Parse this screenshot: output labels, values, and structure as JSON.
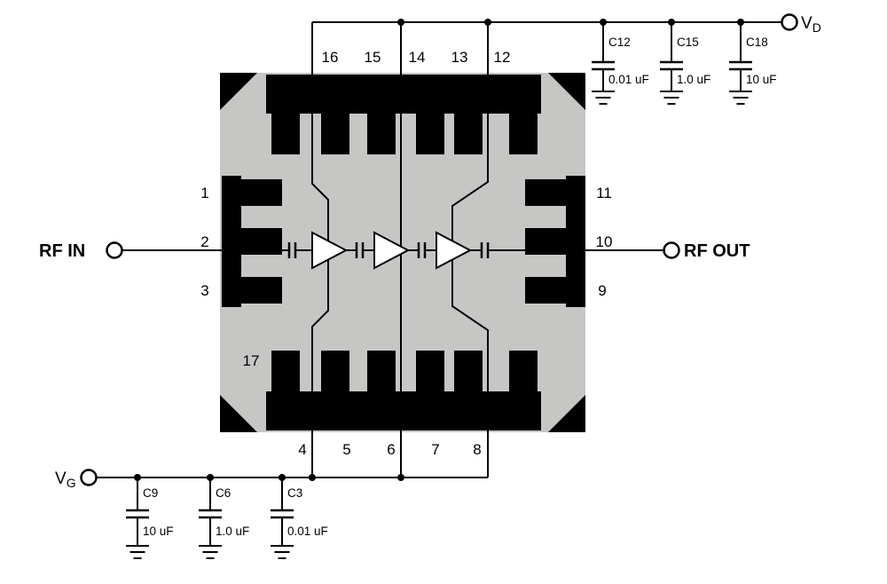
{
  "terminals": {
    "rf_in": "RF IN",
    "rf_out": "RF OUT",
    "vd": {
      "base": "V",
      "sub": "D"
    },
    "vg": {
      "base": "V",
      "sub": "G"
    }
  },
  "chip": {
    "pins": {
      "top": [
        "16",
        "15",
        "14",
        "13",
        "12"
      ],
      "bottom": [
        "4",
        "5",
        "6",
        "7",
        "8"
      ],
      "left": [
        "1",
        "2",
        "3"
      ],
      "right": [
        "11",
        "10",
        "9"
      ],
      "exposed_pad": "17"
    },
    "amplifier_stages": 3
  },
  "capacitors": {
    "vd_rail": [
      {
        "name": "C12",
        "value": "0.01 uF"
      },
      {
        "name": "C15",
        "value": "1.0 uF"
      },
      {
        "name": "C18",
        "value": "10 uF"
      }
    ],
    "vg_rail": [
      {
        "name": "C9",
        "value": "10 uF"
      },
      {
        "name": "C6",
        "value": "1.0 uF"
      },
      {
        "name": "C3",
        "value": "0.01 uF"
      }
    ]
  },
  "colors": {
    "background": "#ffffff",
    "chip_fill": "#c6c7c5",
    "ink": "#000000"
  }
}
